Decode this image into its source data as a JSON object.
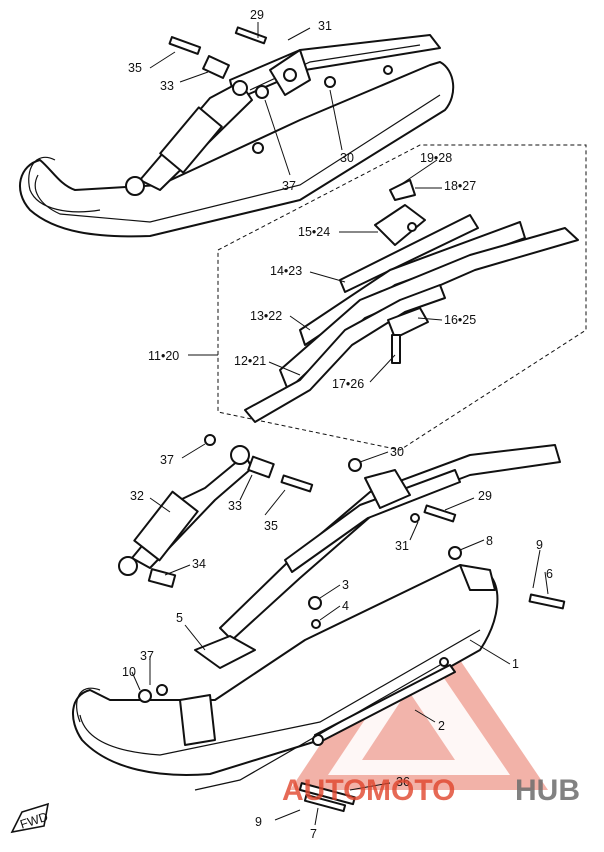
{
  "callouts": {
    "c29a": "29",
    "c31a": "31",
    "c35a": "35",
    "c33a": "33",
    "c37a": "37",
    "c30a": "30",
    "c19_28": "19•28",
    "c18_27": "18•27",
    "c15_24": "15•24",
    "c14_23": "14•23",
    "c13_22": "13•22",
    "c16_25": "16•25",
    "c11_20": "11•20",
    "c12_21": "12•21",
    "c17_26": "17•26",
    "c37b": "37",
    "c30b": "30",
    "c32": "32",
    "c33b": "33",
    "c35b": "35",
    "c29b": "29",
    "c31b": "31",
    "c8": "8",
    "c9a": "9",
    "c6": "6",
    "c34": "34",
    "c3": "3",
    "c4": "4",
    "c5": "5",
    "c1": "1",
    "c37c": "37",
    "c10": "10",
    "c2": "2",
    "c36": "36",
    "c9b": "9",
    "c7": "7"
  },
  "fwd_label": "FWD",
  "watermark": {
    "auto": "AUTO",
    "moto": "MOTO",
    "hub": "HUB"
  },
  "colors": {
    "line": "#111111",
    "watermark_red": "#e0452c",
    "watermark_grey": "#6d6d6d"
  }
}
